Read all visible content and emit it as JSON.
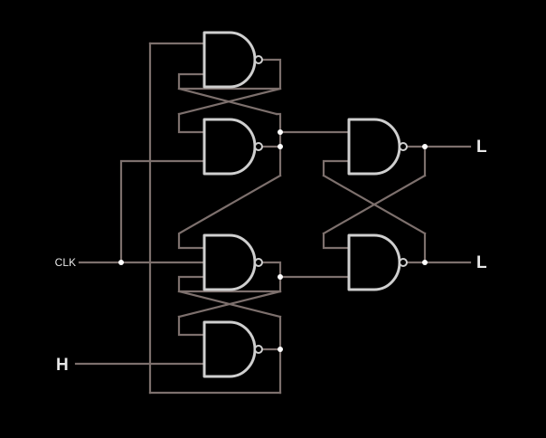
{
  "diagram": {
    "background": "#000000",
    "wire_color": "#7d706d",
    "gate_color": "#cfcfcf",
    "node_color": "#ffffff",
    "inputs": {
      "clk_label": "CLK",
      "data_label": "H"
    },
    "outputs": {
      "q_label": "L",
      "q_bar_label": "L"
    },
    "gates": [
      {
        "id": "nand-1",
        "type": "NAND"
      },
      {
        "id": "nand-2",
        "type": "NAND"
      },
      {
        "id": "nand-3",
        "type": "NAND"
      },
      {
        "id": "nand-4",
        "type": "NAND"
      },
      {
        "id": "nand-5",
        "type": "NAND"
      },
      {
        "id": "nand-6",
        "type": "NAND"
      }
    ]
  }
}
